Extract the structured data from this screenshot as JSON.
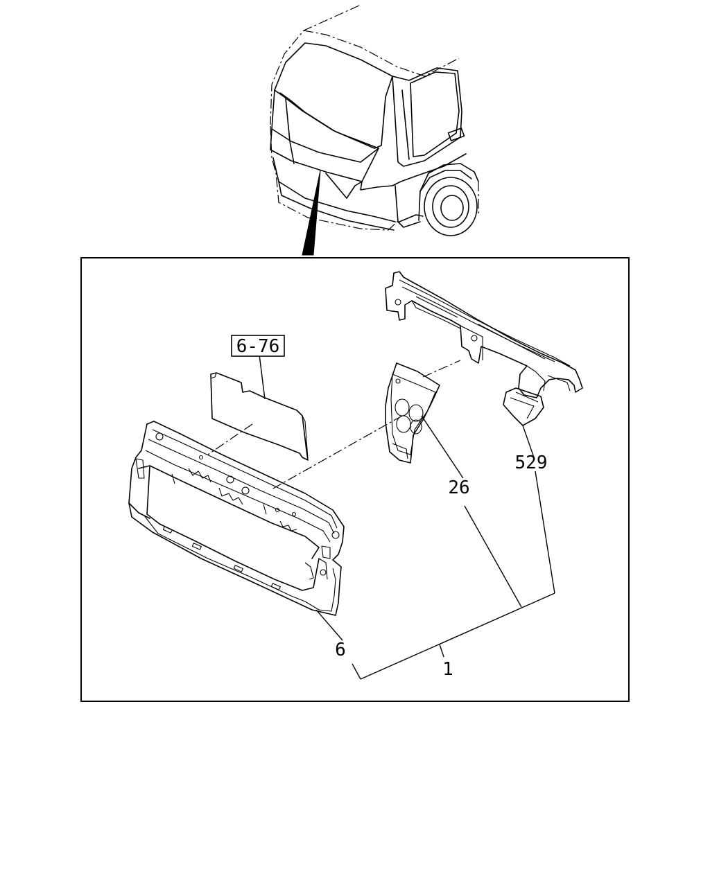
{
  "diagram": {
    "reference_box_label": "6-76",
    "part_labels": {
      "p26": "26",
      "p529": "529",
      "p6": "6",
      "p1": "1"
    }
  }
}
